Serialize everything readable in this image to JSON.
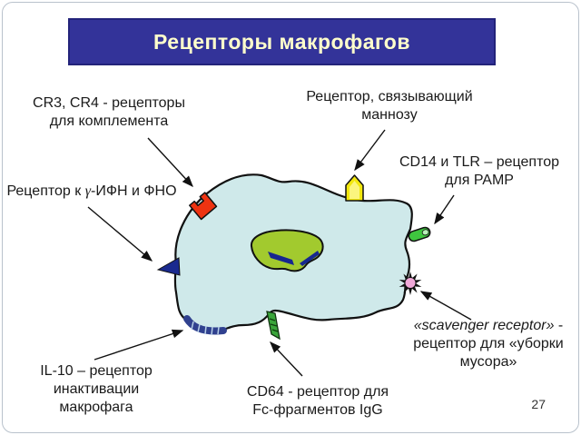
{
  "slide": {
    "title": "Рецепторы макрофагов",
    "page_number": "27"
  },
  "labels": {
    "cr3_cr4": "CR3, CR4 - рецепторы\nдля комплемента",
    "mannose": "Рецептор, связывающий\nманнозу",
    "cd14_tlr": "CD14 и TLR – рецептор\nдля PAMP",
    "ifn_pre": "Рецептор к ",
    "ifn_gamma": "γ",
    "ifn_post": "-ИФН и ФНО",
    "scavenger_italic": "«scavenger receptor»",
    "scavenger_rest": " -\nрецептор для «уборки\nмусора»",
    "il10": "IL-10 – рецептор\nинактивации\nмакрофага",
    "cd64": "CD64 - рецептор для\nFc-фрагментов IgG"
  },
  "colors": {
    "title_bg": "#333399",
    "title_text": "#ffffcc",
    "cell_fill": "#cfe9ea",
    "cell_outline": "#111111",
    "nucleus_fill": "#a2ca2e",
    "eye_navy": "#16278f",
    "receptor_red": "#ee3311",
    "receptor_yellow": "#f2e70e",
    "receptor_yellow_light": "#fbf57e",
    "receptor_green": "#3fc63f",
    "receptor_green_light": "#b8f0b8",
    "receptor_pink": "#f0a8d8",
    "receptor_navy": "#1a2a8f",
    "star_black": "#111111",
    "crescent_blue": "#30418f",
    "crescent_stripe": "#b8d0e8",
    "antenna_green": "#3aa53a",
    "arrow_color": "#111111"
  }
}
